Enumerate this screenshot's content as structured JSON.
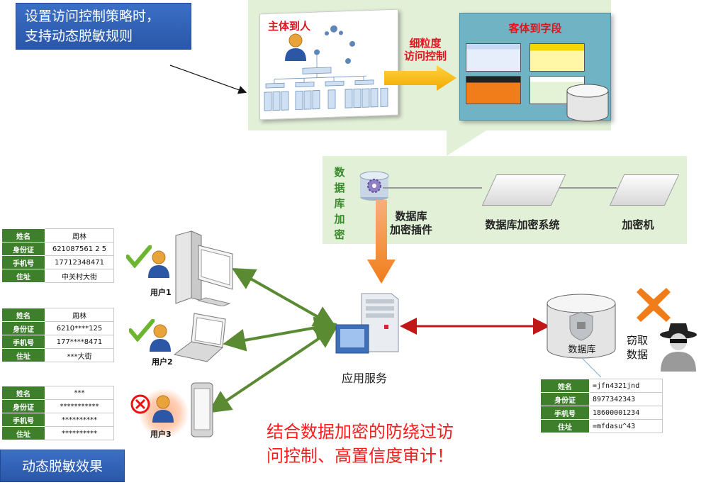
{
  "callout": {
    "line1": "设置访问控制策略时，",
    "line2": "支持动态脱敏规则"
  },
  "policy": {
    "subject_label": "主体到人",
    "fine_grain_line1": "细粒度",
    "fine_grain_line2": "访问控制",
    "object_label": "客体到字段"
  },
  "db_encryption": {
    "vertical_label": [
      "数",
      "据",
      "库",
      "加",
      "密"
    ],
    "plugin_line1": "数据库",
    "plugin_line2": "加密插件",
    "system_label": "数据库加密系统",
    "machine_label": "加密机"
  },
  "users": [
    {
      "label": "用户1",
      "status": "allowed",
      "fields": [
        [
          "姓名",
          "周林"
        ],
        [
          "身份证",
          "621087561 2 5"
        ],
        [
          "手机号",
          "17712348471"
        ],
        [
          "住址",
          "中关村大街"
        ]
      ]
    },
    {
      "label": "用户2",
      "status": "allowed",
      "fields": [
        [
          "姓名",
          "周林"
        ],
        [
          "身份证",
          "6210****125"
        ],
        [
          "手机号",
          "177****8471"
        ],
        [
          "住址",
          "***大街"
        ]
      ]
    },
    {
      "label": "用户3",
      "status": "denied",
      "fields": [
        [
          "姓名",
          "***"
        ],
        [
          "身份证",
          "***********"
        ],
        [
          "手机号",
          "**********"
        ],
        [
          "住址",
          "**********"
        ]
      ]
    }
  ],
  "app_service": {
    "label": "应用服务"
  },
  "database": {
    "label": "数据库"
  },
  "theft": {
    "line1": "窃取",
    "line2": "数据"
  },
  "db_record": [
    [
      "姓名",
      "=jfn4321jnd"
    ],
    [
      "身份证",
      "8977342343"
    ],
    [
      "手机号",
      "18600001234"
    ],
    [
      "住址",
      "=mfdasu^43"
    ]
  ],
  "effect_label": "动态脱敏效果",
  "slogan": {
    "line1": "结合数据加密的防绕过访",
    "line2": "问控制、高置信度审计！"
  },
  "colors": {
    "green_arrow": "#5a8a32",
    "red_arrow": "#c01818",
    "orange_arrow": "#f07d1a",
    "blue_box": "#2f62b8"
  }
}
